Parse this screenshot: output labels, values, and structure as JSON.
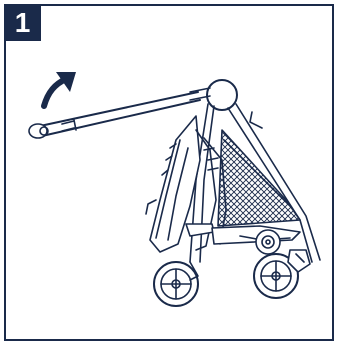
{
  "step": {
    "number": "1"
  },
  "colors": {
    "ink": "#1a2a4a",
    "background": "#ffffff"
  },
  "illustration": {
    "subject": "stroller-folding",
    "arrow_direction": "up-right",
    "icons": [
      "curved-arrow-icon",
      "stroller-illustration"
    ]
  }
}
